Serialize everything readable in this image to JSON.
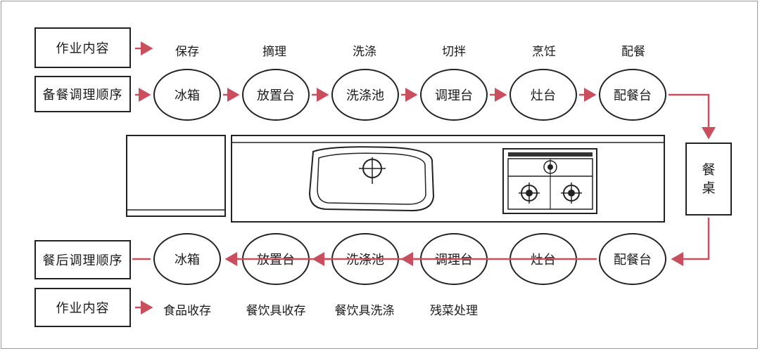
{
  "colors": {
    "arrow": "#c94f5f",
    "line": "#222222"
  },
  "top": {
    "row1_box": "作业内容",
    "row2_box": "备餐调理顺序",
    "tasks": [
      "保存",
      "摘理",
      "洗涤",
      "切拌",
      "烹饪",
      "配餐"
    ],
    "stations": [
      "冰箱",
      "放置台",
      "洗涤池",
      "调理台",
      "灶台",
      "配餐台"
    ]
  },
  "table": {
    "char1": "餐",
    "char2": "桌"
  },
  "bottom": {
    "row1_box": "餐后调理顺序",
    "row2_box": "作业内容",
    "stations": [
      "冰箱",
      "放置台",
      "洗涤池",
      "调理台",
      "灶台",
      "配餐台"
    ],
    "tasks": [
      "食品收存",
      "餐饮具收存",
      "餐饮具洗涤",
      "残菜处理"
    ]
  }
}
